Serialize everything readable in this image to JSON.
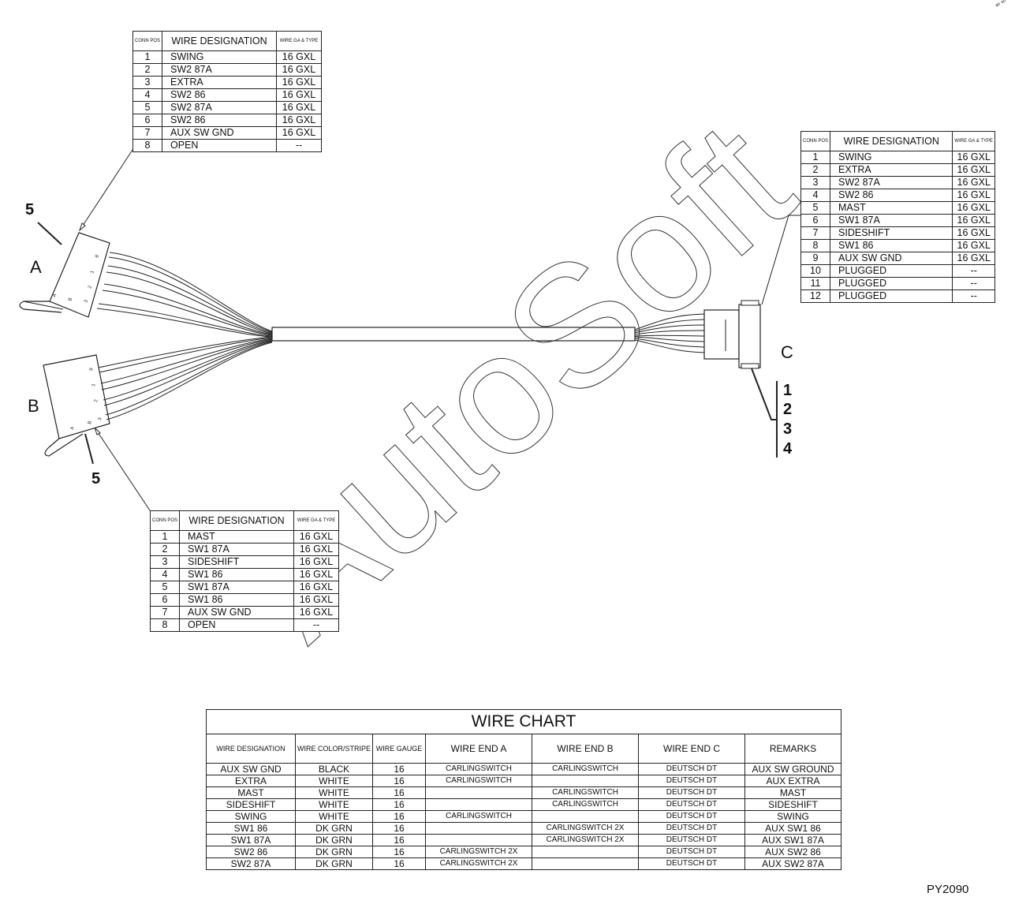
{
  "connector_labels": {
    "a": "A",
    "b": "B",
    "c": "C"
  },
  "callouts": {
    "a": "5",
    "b": "5",
    "c": [
      "1",
      "2",
      "3",
      "4"
    ]
  },
  "watermark": "AutoSoft",
  "drawing_number": "PY2090",
  "corner_mark": "ᵃᵒ ᵉᵒ",
  "connector_a": {
    "headers": {
      "pos": "CONN POS",
      "designation": "WIRE DESIGNATION",
      "gauge": "WIRE GA & TYPE"
    },
    "rows": [
      {
        "pos": "1",
        "designation": "SWING",
        "gauge": "16 GXL"
      },
      {
        "pos": "2",
        "designation": "SW2 87A",
        "gauge": "16 GXL"
      },
      {
        "pos": "3",
        "designation": "EXTRA",
        "gauge": "16 GXL"
      },
      {
        "pos": "4",
        "designation": "SW2 86",
        "gauge": "16 GXL"
      },
      {
        "pos": "5",
        "designation": "SW2 87A",
        "gauge": "16 GXL"
      },
      {
        "pos": "6",
        "designation": "SW2 86",
        "gauge": "16 GXL"
      },
      {
        "pos": "7",
        "designation": "AUX SW GND",
        "gauge": "16 GXL"
      },
      {
        "pos": "8",
        "designation": "OPEN",
        "gauge": "--"
      }
    ]
  },
  "connector_b": {
    "headers": {
      "pos": "CONN POS",
      "designation": "WIRE DESIGNATION",
      "gauge": "WIRE GA & TYPE"
    },
    "rows": [
      {
        "pos": "1",
        "designation": "MAST",
        "gauge": "16 GXL"
      },
      {
        "pos": "2",
        "designation": "SW1 87A",
        "gauge": "16 GXL"
      },
      {
        "pos": "3",
        "designation": "SIDESHIFT",
        "gauge": "16 GXL"
      },
      {
        "pos": "4",
        "designation": "SW1 86",
        "gauge": "16 GXL"
      },
      {
        "pos": "5",
        "designation": "SW1 87A",
        "gauge": "16 GXL"
      },
      {
        "pos": "6",
        "designation": "SW1 86",
        "gauge": "16 GXL"
      },
      {
        "pos": "7",
        "designation": "AUX SW GND",
        "gauge": "16 GXL"
      },
      {
        "pos": "8",
        "designation": "OPEN",
        "gauge": "--"
      }
    ]
  },
  "connector_c": {
    "headers": {
      "pos": "CONN POS",
      "designation": "WIRE DESIGNATION",
      "gauge": "WIRE GA & TYPE"
    },
    "rows": [
      {
        "pos": "1",
        "designation": "SWING",
        "gauge": "16 GXL"
      },
      {
        "pos": "2",
        "designation": "EXTRA",
        "gauge": "16 GXL"
      },
      {
        "pos": "3",
        "designation": "SW2 87A",
        "gauge": "16 GXL"
      },
      {
        "pos": "4",
        "designation": "SW2 86",
        "gauge": "16 GXL"
      },
      {
        "pos": "5",
        "designation": "MAST",
        "gauge": "16 GXL"
      },
      {
        "pos": "6",
        "designation": "SW1 87A",
        "gauge": "16 GXL"
      },
      {
        "pos": "7",
        "designation": "SIDESHIFT",
        "gauge": "16 GXL"
      },
      {
        "pos": "8",
        "designation": "SW1 86",
        "gauge": "16 GXL"
      },
      {
        "pos": "9",
        "designation": "AUX SW GND",
        "gauge": "16 GXL"
      },
      {
        "pos": "10",
        "designation": "PLUGGED",
        "gauge": "--"
      },
      {
        "pos": "11",
        "designation": "PLUGGED",
        "gauge": "--"
      },
      {
        "pos": "12",
        "designation": "PLUGGED",
        "gauge": "--"
      }
    ]
  },
  "wire_chart": {
    "title": "WIRE CHART",
    "headers": {
      "designation": "WIRE DESIGNATION",
      "color": "WIRE COLOR/STRIPE",
      "gauge": "WIRE GAUGE",
      "end_a": "WIRE END A",
      "end_b": "WIRE END B",
      "end_c": "WIRE END C",
      "remarks": "REMARKS"
    },
    "rows": [
      {
        "designation": "AUX SW GND",
        "color": "BLACK",
        "gauge": "16",
        "end_a": "CARLINGSWITCH",
        "end_b": "CARLINGSWITCH",
        "end_c": "DEUTSCH DT",
        "remarks": "AUX SW GROUND"
      },
      {
        "designation": "EXTRA",
        "color": "WHITE",
        "gauge": "16",
        "end_a": "CARLINGSWITCH",
        "end_b": "",
        "end_c": "DEUTSCH DT",
        "remarks": "AUX EXTRA"
      },
      {
        "designation": "MAST",
        "color": "WHITE",
        "gauge": "16",
        "end_a": "",
        "end_b": "CARLINGSWITCH",
        "end_c": "DEUTSCH DT",
        "remarks": "MAST"
      },
      {
        "designation": "SIDESHIFT",
        "color": "WHITE",
        "gauge": "16",
        "end_a": "",
        "end_b": "CARLINGSWITCH",
        "end_c": "DEUTSCH DT",
        "remarks": "SIDESHIFT"
      },
      {
        "designation": "SWING",
        "color": "WHITE",
        "gauge": "16",
        "end_a": "CARLINGSWITCH",
        "end_b": "",
        "end_c": "DEUTSCH DT",
        "remarks": "SWING"
      },
      {
        "designation": "SW1 86",
        "color": "DK GRN",
        "gauge": "16",
        "end_a": "",
        "end_b": "CARLINGSWITCH 2X",
        "end_c": "DEUTSCH DT",
        "remarks": "AUX SW1 86"
      },
      {
        "designation": "SW1 87A",
        "color": "DK GRN",
        "gauge": "16",
        "end_a": "",
        "end_b": "CARLINGSWITCH 2X",
        "end_c": "DEUTSCH DT",
        "remarks": "AUX SW1 87A"
      },
      {
        "designation": "SW2 86",
        "color": "DK GRN",
        "gauge": "16",
        "end_a": "CARLINGSWITCH 2X",
        "end_b": "",
        "end_c": "DEUTSCH DT",
        "remarks": "AUX SW2 86"
      },
      {
        "designation": "SW2 87A",
        "color": "DK GRN",
        "gauge": "16",
        "end_a": "CARLINGSWITCH 2X",
        "end_b": "",
        "end_c": "DEUTSCH DT",
        "remarks": "AUX SW2 87A"
      }
    ]
  }
}
